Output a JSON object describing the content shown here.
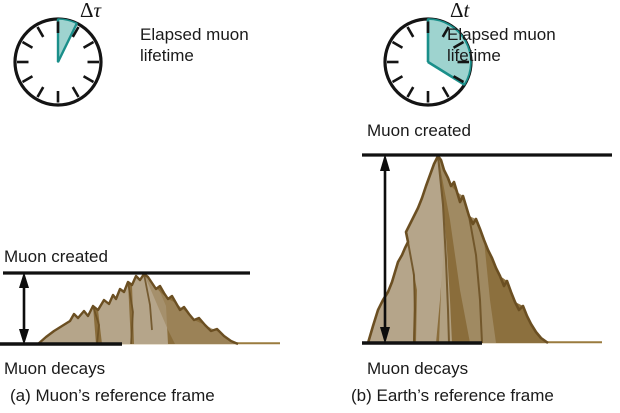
{
  "figure": {
    "panels": [
      {
        "id": "a",
        "symbol_delta": "Δ",
        "symbol_var": "τ",
        "elapsed_label": "Elapsed muon\nlifetime",
        "created_label": "Muon created",
        "decays_label": "Muon decays",
        "caption": "(a) Muon’s reference frame",
        "clock": {
          "wedge_start_hour": 12,
          "wedge_end_hour": 1,
          "wedge_sweep_degrees": 26,
          "tick_count": 12
        },
        "mountain": {
          "relative_height": "short",
          "relative_width": "wide"
        }
      },
      {
        "id": "b",
        "symbol_delta": "Δ",
        "symbol_var": "t",
        "elapsed_label": "Elapsed muon\nlifetime",
        "created_label": "Muon created",
        "decays_label": "Muon decays",
        "caption": "(b) Earth’s reference frame",
        "clock": {
          "wedge_start_hour": 12,
          "wedge_end_hour": 4,
          "wedge_sweep_degrees": 122,
          "tick_count": 12
        },
        "mountain": {
          "relative_height": "tall",
          "relative_width": "narrow"
        }
      }
    ],
    "colors": {
      "wedge_fill": "#9ed3cf",
      "wedge_stroke": "#1a8f8a",
      "clock_stroke": "#141414",
      "mountain_light": "#b5a58a",
      "mountain_mid": "#a08a62",
      "mountain_dark": "#8a6d3b",
      "mountain_outline": "#6b4f22",
      "ground_line": "#111111",
      "ground_tan": "#9a7b3f",
      "text": "#1a1a1a",
      "background": "#ffffff"
    }
  }
}
